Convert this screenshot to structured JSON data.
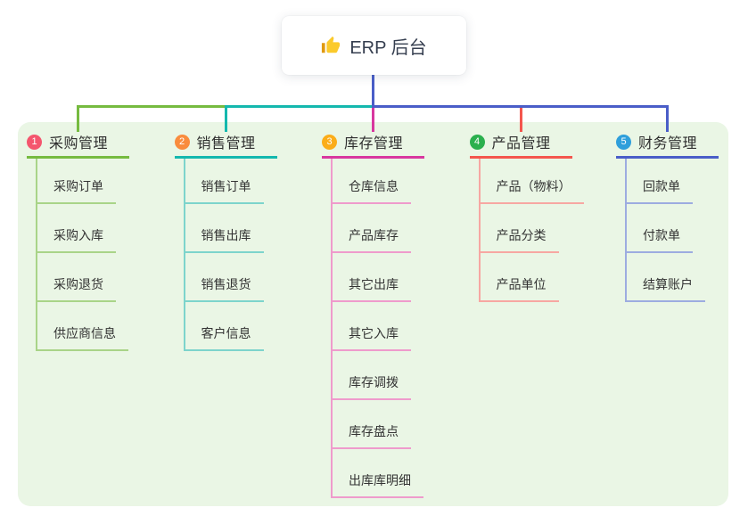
{
  "root": {
    "title": "ERP 后台",
    "icon": "thumbs-up-icon",
    "line_color": "#4A5EC8"
  },
  "panel": {
    "background": "#EAF6E5"
  },
  "branches": [
    {
      "number": "1",
      "title": "采购管理",
      "color": "#76BB40",
      "light_color": "#A9D488",
      "badge_color": "#F4566E",
      "items": [
        "采购订单",
        "采购入库",
        "采购退货",
        "供应商信息"
      ]
    },
    {
      "number": "2",
      "title": "销售管理",
      "color": "#14B8AE",
      "light_color": "#7DD4CC",
      "badge_color": "#F98C3D",
      "items": [
        "销售订单",
        "销售出库",
        "销售退货",
        "客户信息"
      ]
    },
    {
      "number": "3",
      "title": "库存管理",
      "color": "#D8379F",
      "light_color": "#EF9BCC",
      "badge_color": "#FBAD19",
      "items": [
        "仓库信息",
        "产品库存",
        "其它出库",
        "其它入库",
        "库存调拨",
        "库存盘点",
        "出库库明细"
      ]
    },
    {
      "number": "4",
      "title": "产品管理",
      "color": "#F4564E",
      "light_color": "#F7A7A2",
      "badge_color": "#2BB04E",
      "items": [
        "产品（物料）",
        "产品分类",
        "产品单位"
      ]
    },
    {
      "number": "5",
      "title": "财务管理",
      "color": "#4A5EC8",
      "light_color": "#9DACE0",
      "badge_color": "#2F9FDB",
      "items": [
        "回款单",
        "付款单",
        "结算账户"
      ]
    }
  ]
}
